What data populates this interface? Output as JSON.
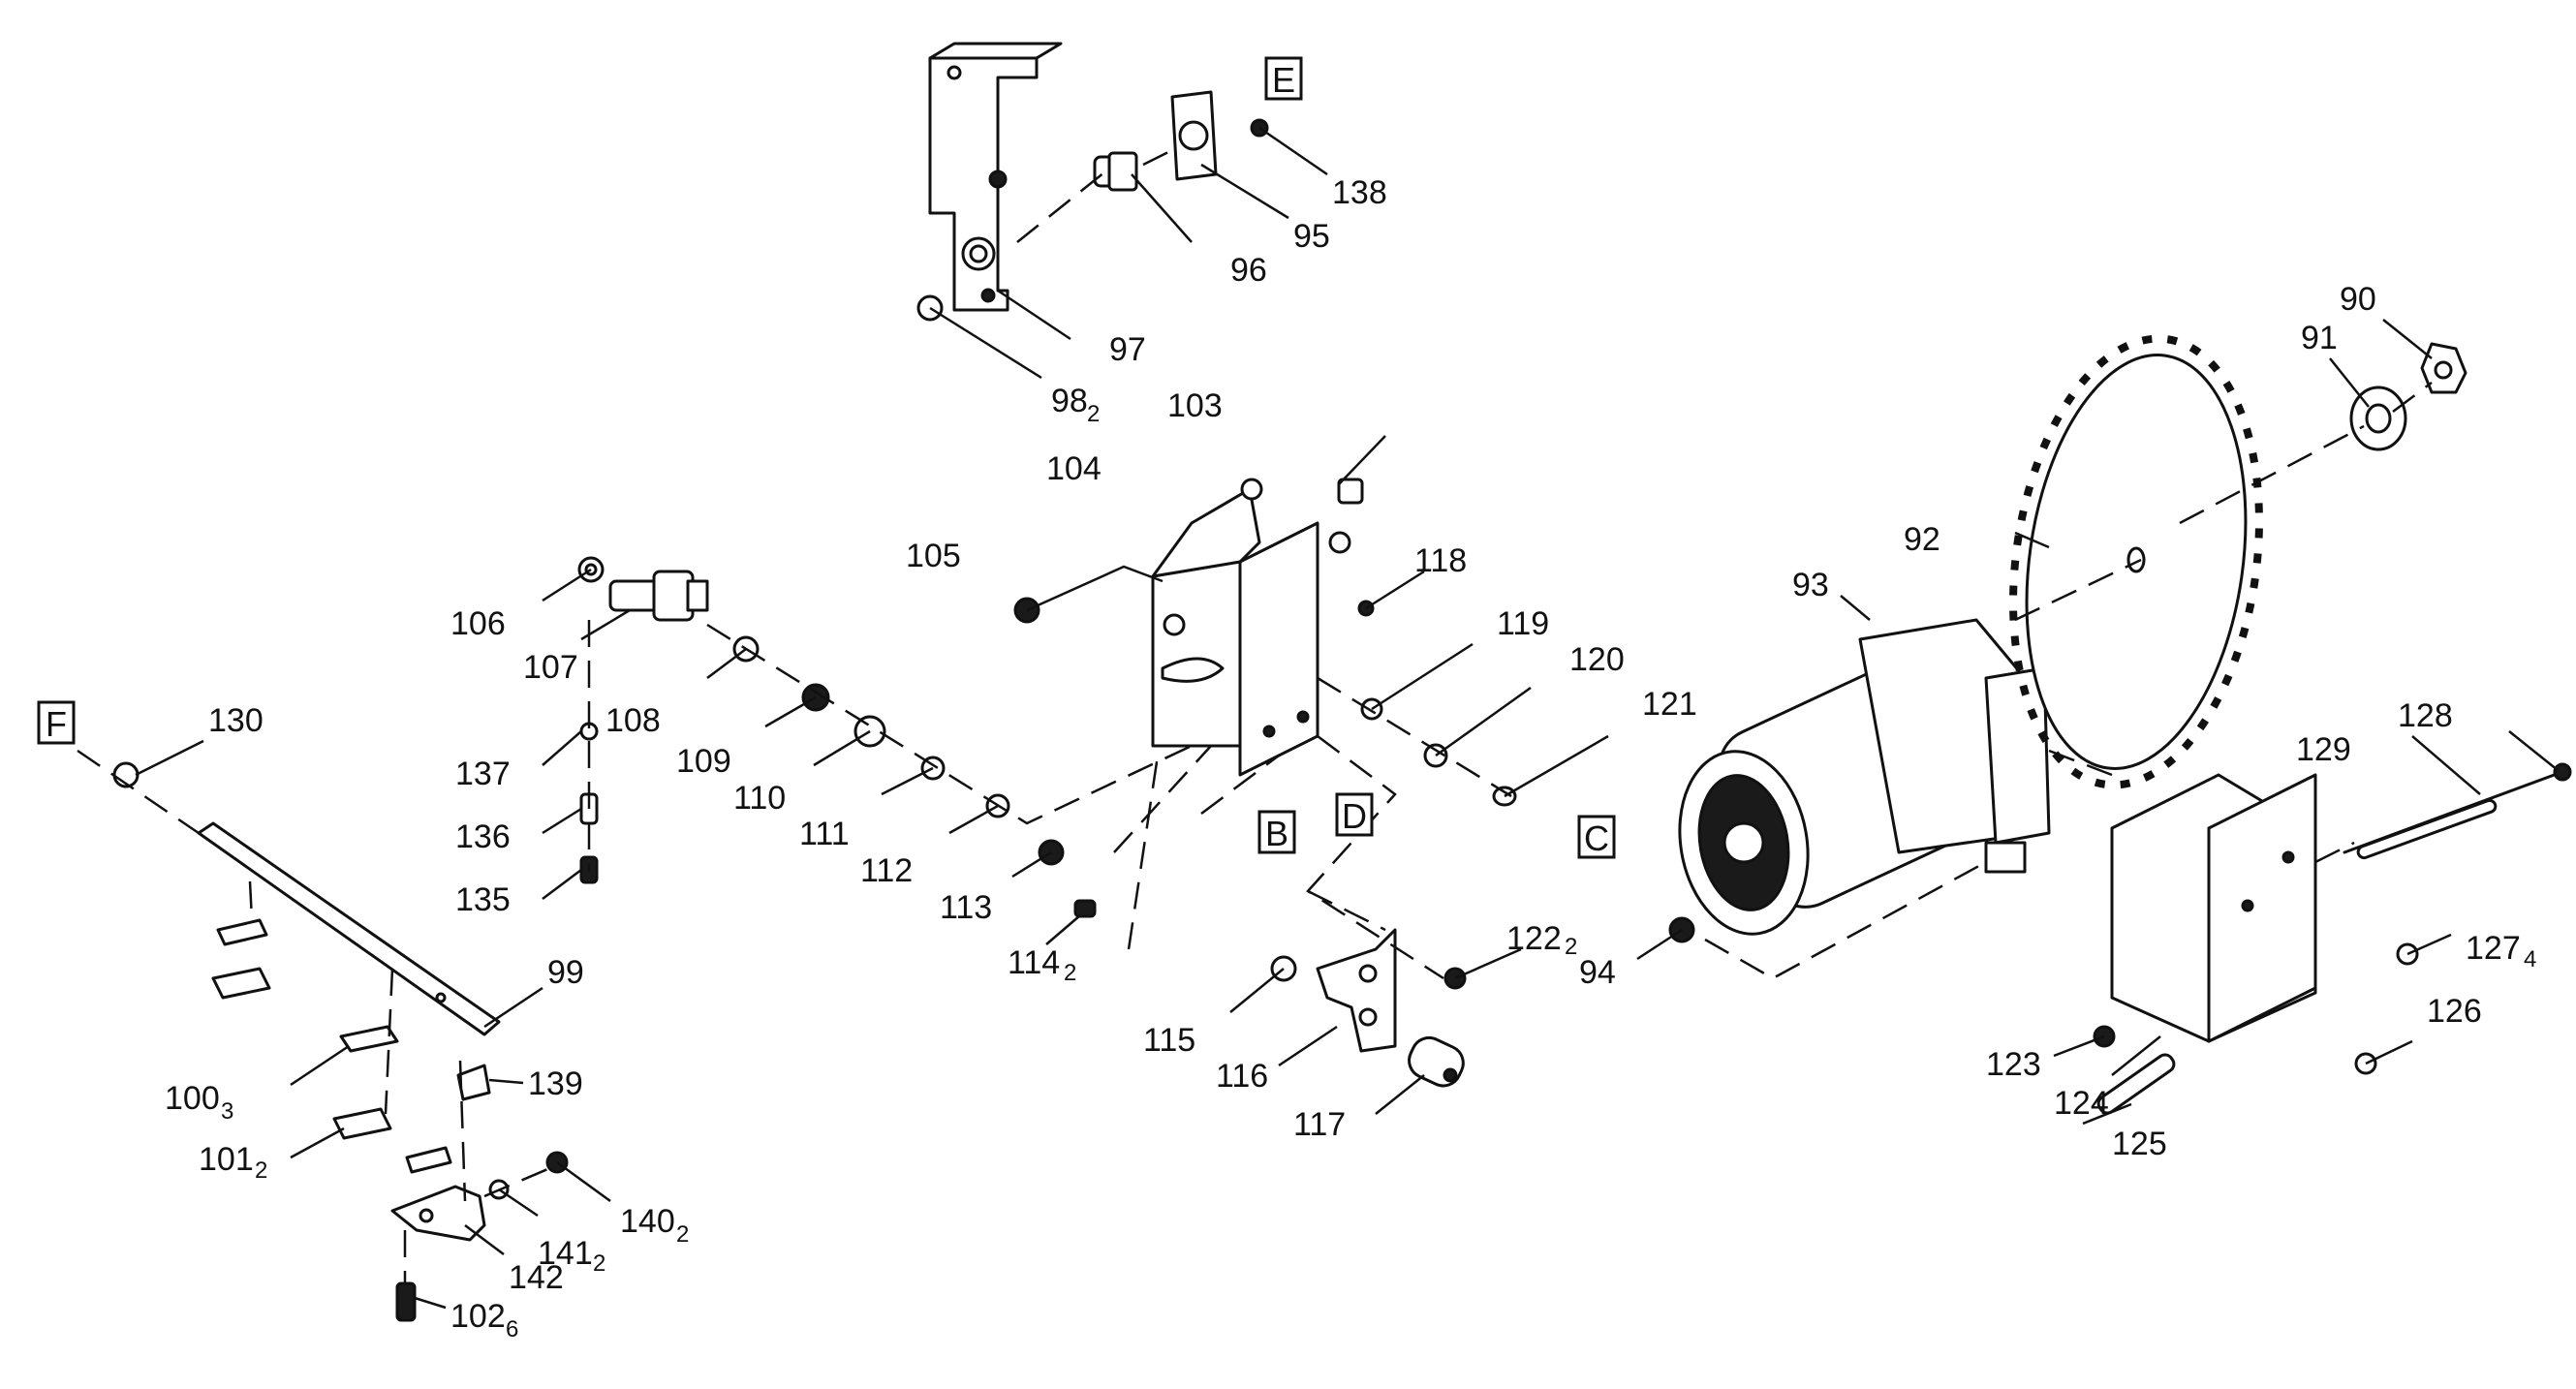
{
  "callouts": {
    "c90": "90",
    "c91": "91",
    "c92": "92",
    "c93": "93",
    "c94": "94",
    "c95": "95",
    "c96": "96",
    "c97": "97",
    "c98": "98",
    "c98q": "2",
    "c99": "99",
    "c100": "100",
    "c100q": "3",
    "c101": "101",
    "c101q": "2",
    "c102": "102",
    "c102q": "6",
    "c103": "103",
    "c104": "104",
    "c105": "105",
    "c106": "106",
    "c107": "107",
    "c108": "108",
    "c109": "109",
    "c110": "110",
    "c111": "111",
    "c112": "112",
    "c113": "113",
    "c114": "114",
    "c114q": "2",
    "c115": "115",
    "c116": "116",
    "c117": "117",
    "c118": "118",
    "c119": "119",
    "c120": "120",
    "c121": "121",
    "c122": "122",
    "c122q": "2",
    "c123": "123",
    "c124": "124",
    "c125": "125",
    "c126": "126",
    "c127": "127",
    "c127q": "4",
    "c128": "128",
    "c129": "129",
    "c130": "130",
    "c135": "135",
    "c136": "136",
    "c137": "137",
    "c138": "138",
    "c139": "139",
    "c140": "140",
    "c140q": "2",
    "c141": "141",
    "c141q": "2",
    "c142": "142"
  },
  "flags": {
    "B": "B",
    "C": "C",
    "D": "D",
    "E": "E",
    "F": "F"
  },
  "colors": {
    "ink": "#111111",
    "paper": "#ffffff"
  }
}
